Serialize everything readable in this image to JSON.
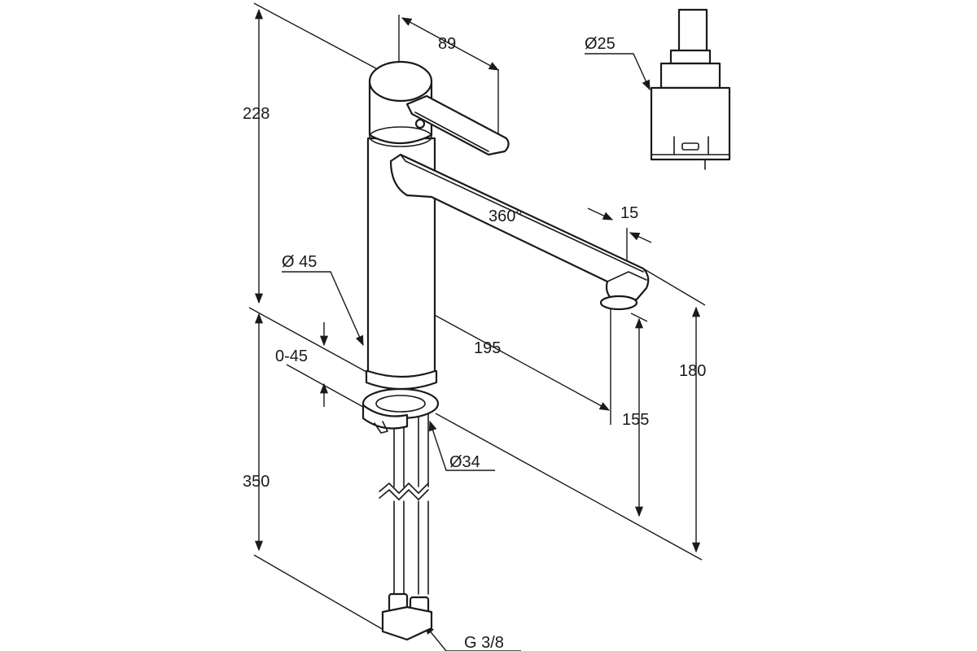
{
  "drawing": {
    "dimensions": {
      "total_height": "228",
      "handle_reach": "89",
      "cartridge_diameter": "Ø25",
      "swivel_angle": "360°",
      "spout_tip": "15",
      "body_diameter": "Ø 45",
      "spout_reach": "195",
      "deck_thickness": "0-45",
      "spout_height": "180",
      "outlet_height": "155",
      "hole_diameter": "Ø34",
      "hose_length": "350",
      "connection_thread": "G 3/8"
    },
    "colors": {
      "line": "#1a1a1a",
      "background": "#ffffff"
    }
  }
}
